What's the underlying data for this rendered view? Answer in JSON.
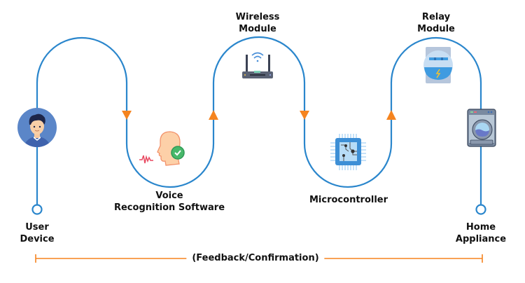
{
  "colors": {
    "path": "#2a86cc",
    "arrow": "#f5841f",
    "feedback_line": "#f5841f",
    "text": "#111111"
  },
  "nodes": [
    {
      "id": "user-device",
      "label_line1": "User",
      "label_line2": "Device",
      "icon": "user-avatar-icon"
    },
    {
      "id": "voice-recognition",
      "label_line1": "Voice",
      "label_line2": "Recognition Software",
      "icon": "speaking-head-icon"
    },
    {
      "id": "wireless-module",
      "label_line1": "Wireless",
      "label_line2": "Module",
      "icon": "wifi-router-icon"
    },
    {
      "id": "microcontroller",
      "label_line1": "Microcontroller",
      "label_line2": "",
      "icon": "chip-icon"
    },
    {
      "id": "relay-module",
      "label_line1": "Relay",
      "label_line2": "Module",
      "icon": "power-meter-icon"
    },
    {
      "id": "home-appliance",
      "label_line1": "Home",
      "label_line2": "Appliance",
      "icon": "washing-machine-icon"
    }
  ],
  "feedback": {
    "label": "(Feedback/Confirmation)"
  }
}
